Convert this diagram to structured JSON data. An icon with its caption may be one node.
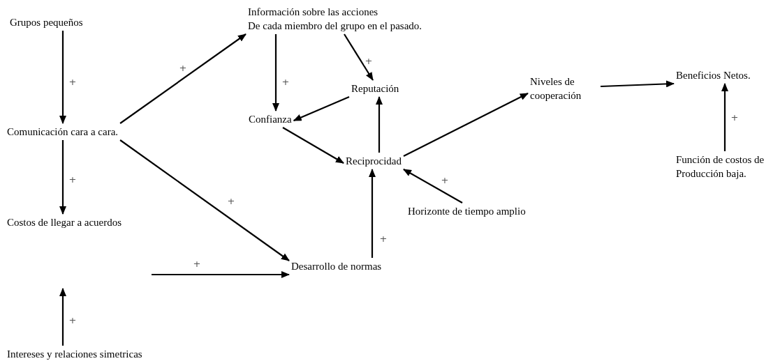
{
  "diagram": {
    "nodes": [
      {
        "text": [
          "Grupos pequeños"
        ]
      },
      {
        "text": [
          "Comunicación cara a cara."
        ]
      },
      {
        "text": [
          "Costos de llegar a acuerdos"
        ]
      },
      {
        "text": [
          "Intereses y relaciones simetricas"
        ]
      },
      {
        "text": [
          "Información sobre las acciones",
          "De cada miembro del grupo en el pasado."
        ]
      },
      {
        "text": [
          "Reputación"
        ]
      },
      {
        "text": [
          "Confianza"
        ]
      },
      {
        "text": [
          "Reciprocidad"
        ]
      },
      {
        "text": [
          "Horizonte de tiempo amplio"
        ]
      },
      {
        "text": [
          "Desarrollo de normas"
        ]
      },
      {
        "text": [
          "Niveles de cooperación"
        ]
      },
      {
        "text": [
          "Beneficios Netos."
        ]
      },
      {
        "text": [
          "Función de costos de Producción baja."
        ]
      }
    ],
    "edges": [
      {
        "from": 0,
        "to": 1,
        "arrow": "to",
        "label": "+"
      },
      {
        "from": 1,
        "to": 4,
        "arrow": "to",
        "label": "+"
      },
      {
        "from": 1,
        "to": 2,
        "arrow": "to",
        "label": "+"
      },
      {
        "from": 1,
        "to": 9,
        "arrow": "to",
        "label": "+"
      },
      {
        "from": null,
        "to": 9,
        "arrow": "to",
        "label": "+"
      },
      {
        "from": 3,
        "to": null,
        "arrow": "to",
        "label": "+"
      },
      {
        "from": 4,
        "to": 6,
        "arrow": "to",
        "label": "+"
      },
      {
        "from": 4,
        "to": 5,
        "arrow": "to",
        "label": "+"
      },
      {
        "from": 5,
        "to": 6,
        "arrow": "to"
      },
      {
        "from": 6,
        "to": 7,
        "arrow": "to"
      },
      {
        "from": 7,
        "to": 5,
        "arrow": "to"
      },
      {
        "from": 9,
        "to": 7,
        "arrow": "to",
        "label": "+"
      },
      {
        "from": 8,
        "to": 7,
        "arrow": "to",
        "label": "+"
      },
      {
        "from": 7,
        "to": 10,
        "arrow": "to"
      },
      {
        "from": 10,
        "to": 11,
        "arrow": "to"
      },
      {
        "from": 12,
        "to": 11,
        "arrow": "to",
        "label": "+"
      }
    ]
  }
}
